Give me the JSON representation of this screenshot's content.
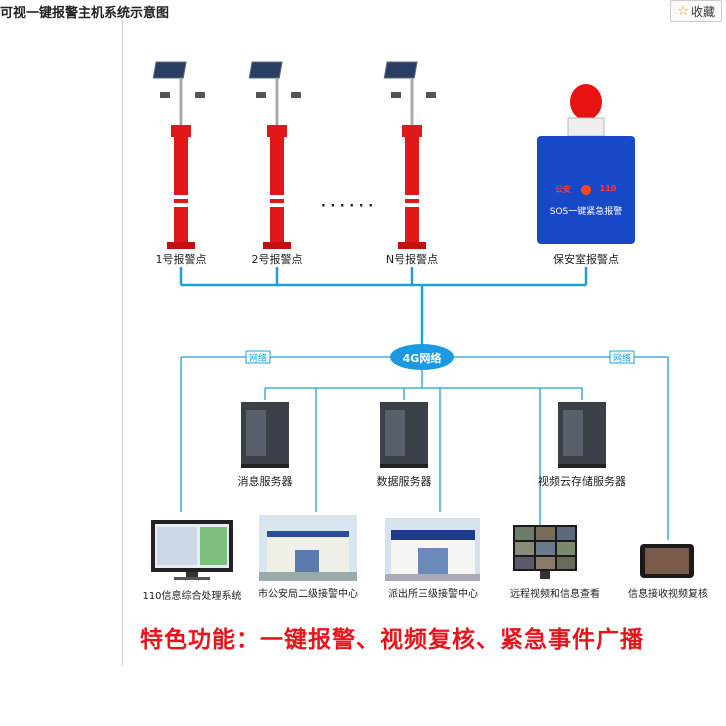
{
  "page": {
    "title": "可视一键报警主机系统示意图",
    "favorite_label": "收藏"
  },
  "diagram": {
    "alarm_points": [
      "1号报警点",
      "2号报警点",
      "N号报警点",
      "保安室报警点"
    ],
    "ellipsis": "· · ·   · · ·",
    "security_box": {
      "front_text": "SOS一键紧急报警",
      "badge_left": "公安",
      "badge_right": "110"
    },
    "network_label": "4G网络",
    "tag_left": "网络",
    "tag_right": "网络",
    "servers": [
      "消息服务器",
      "数据服务器",
      "视频云存储服务器"
    ],
    "terminals": [
      "110信息综合处理系统",
      "市公安局二级接警中心",
      "派出所三级接警中心",
      "远程视频和信息查看",
      "信息接收视频复核"
    ],
    "feature_text": "特色功能：一键报警、视频复核、紧急事件广播"
  },
  "colors": {
    "line": "#1aa0dc",
    "pole_red": "#e01818",
    "box_blue": "#1748c8",
    "feature_red": "#e8141b"
  }
}
